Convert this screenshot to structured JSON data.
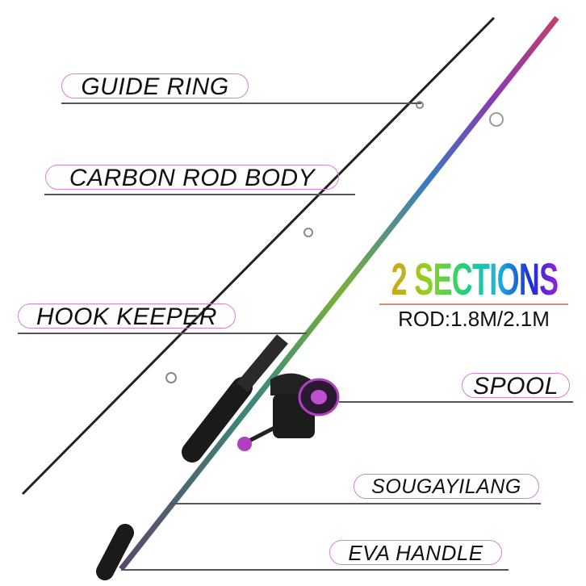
{
  "labels": {
    "guide_ring": "GUIDE RING",
    "carbon_rod_body": "CARBON ROD BODY",
    "hook_keeper": "HOOK KEEPER",
    "spool": "SPOOL",
    "brand": "SOUGAYILANG",
    "eva_handle": "EVA HANDLE"
  },
  "sections": {
    "title": "2 SECTIONS",
    "rod_length": "ROD:1.8M/2.1M"
  },
  "colors": {
    "pill_border": "#d67fd6",
    "gradient": [
      "#e39a1a",
      "#8fd21e",
      "#1fd27a",
      "#19b8e0",
      "#1a2fd8",
      "#c21ecf"
    ]
  }
}
